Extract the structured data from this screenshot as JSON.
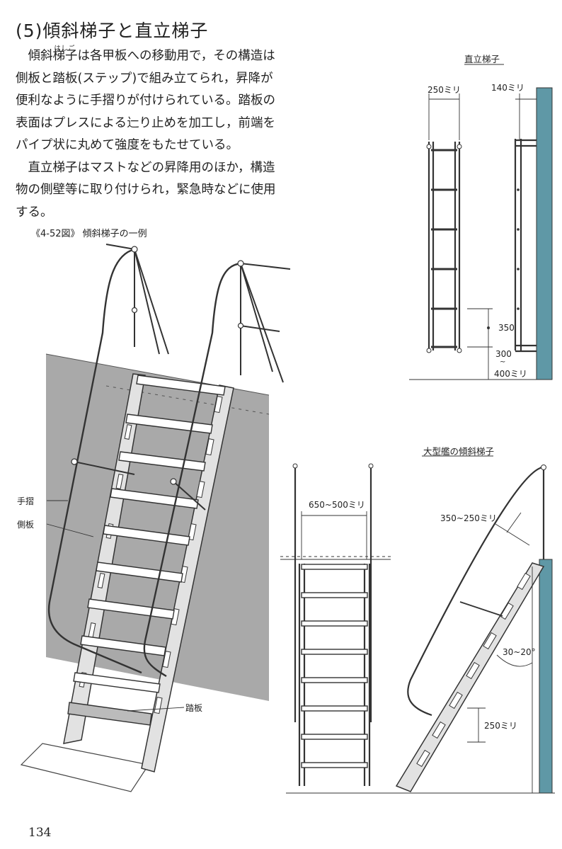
{
  "heading": "(5)傾斜梯子と直立梯子",
  "paragraph1_a": "傾斜",
  "paragraph1_ruby_base": "梯子",
  "paragraph1_ruby": "はしご",
  "paragraph1_b": "は各甲板への移動用で，その構造は側板と踏板(ステップ)で組み立てられ，昇降が便利なように手摺りが付けられている。踏板の表面はプレスによる辷り止めを加工し，前端をパイプ状に丸めて強度をもたせている。",
  "paragraph2": "直立梯子はマストなどの昇降用のほか，構造物の側壁等に取り付けられ，緊急時などに使用する。",
  "figure_main": {
    "caption": "《4-52図》 傾斜梯子の一例",
    "labels": {
      "handrail": "手摺",
      "side_plate": "側板",
      "tread": "踏板"
    }
  },
  "figure_vertical": {
    "title": "直立梯子",
    "width": "250ミリ",
    "offset": "140ミリ",
    "spacing": "350",
    "bottom_gap_a": "300",
    "bottom_gap_tilde": "~",
    "bottom_gap_b": "400ミリ"
  },
  "figure_large": {
    "title": "大型艦の傾斜梯子",
    "width": "650~500ミリ",
    "handrail_height": "350~250ミリ",
    "angle": "30~20°",
    "step": "250ミリ"
  },
  "page_number": "134",
  "colors": {
    "wall": "#a9a9a9",
    "bulkhead": "#5f98a6",
    "ink": "#2a2a2a"
  }
}
